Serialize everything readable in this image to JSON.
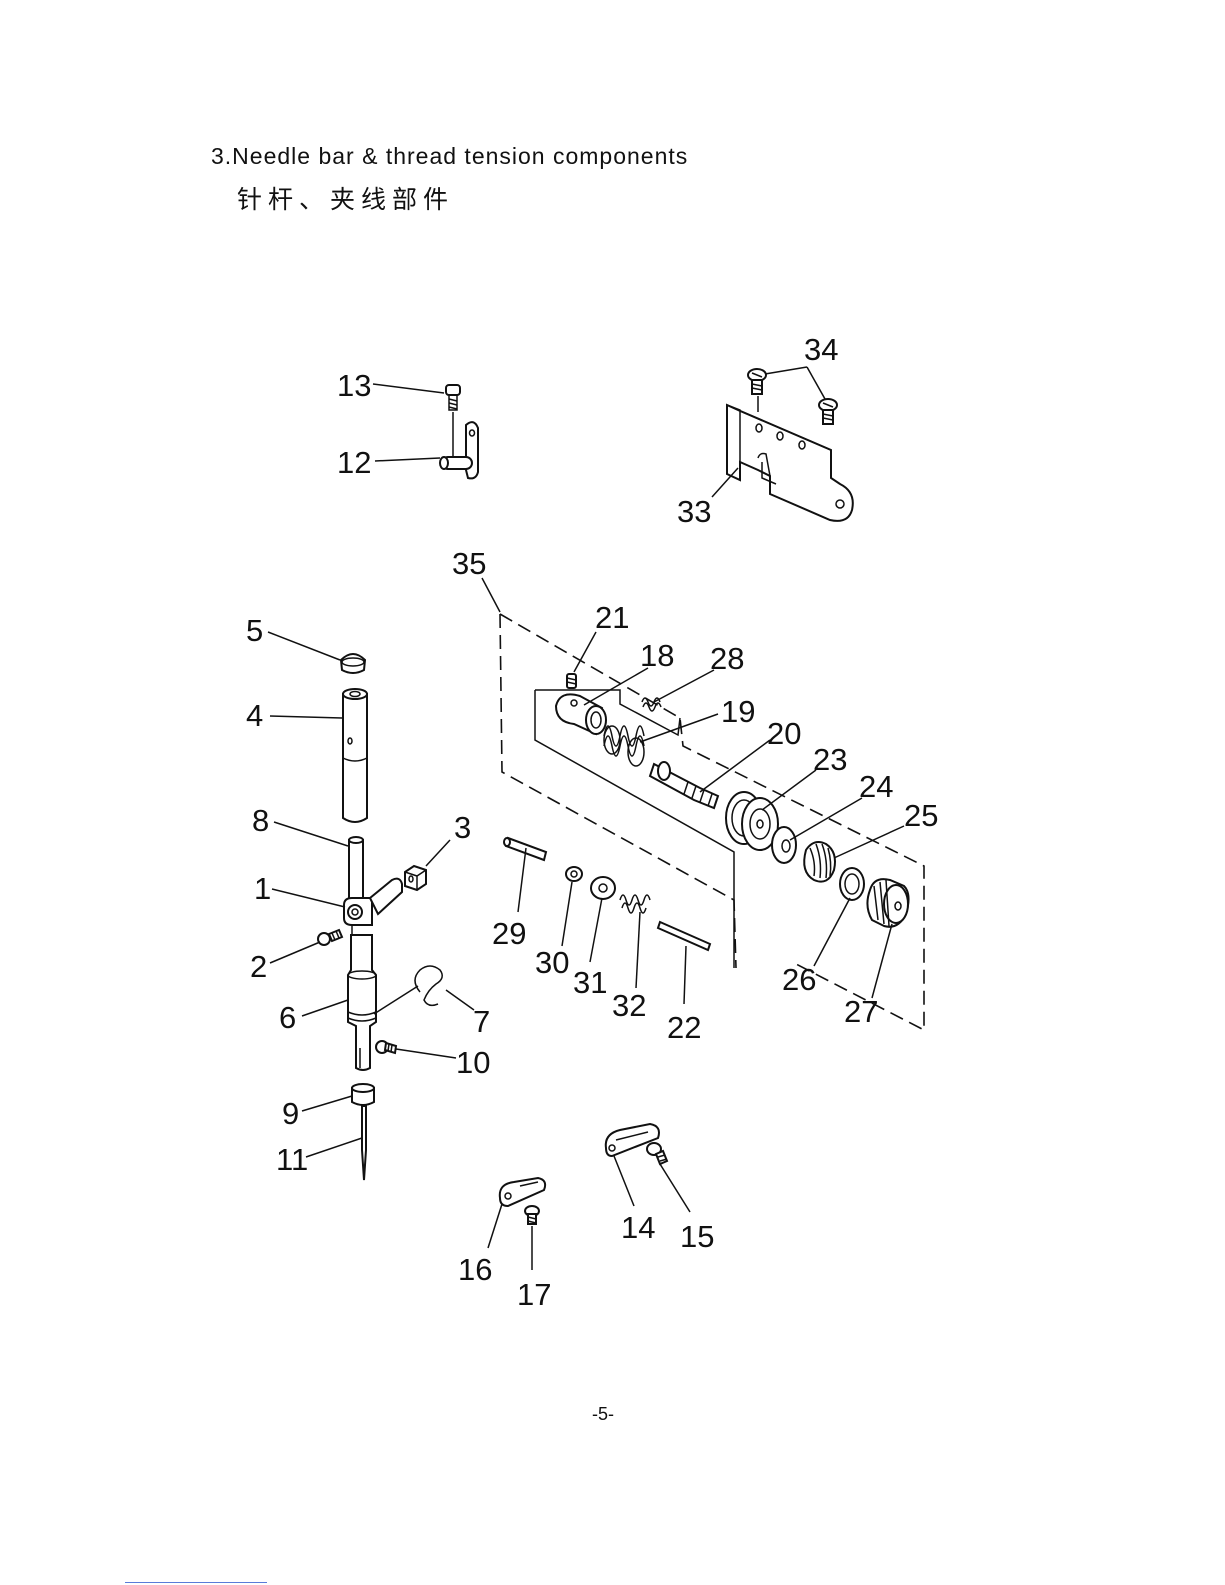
{
  "title": {
    "en": "3.Needle bar & thread tension components",
    "cn": "针杆、夹线部件"
  },
  "page_number": "-5-",
  "callouts": [
    {
      "id": "1",
      "text": "1"
    },
    {
      "id": "2",
      "text": "2"
    },
    {
      "id": "3",
      "text": "3"
    },
    {
      "id": "4",
      "text": "4"
    },
    {
      "id": "5",
      "text": "5"
    },
    {
      "id": "6",
      "text": "6"
    },
    {
      "id": "7",
      "text": "7"
    },
    {
      "id": "8",
      "text": "8"
    },
    {
      "id": "9",
      "text": "9"
    },
    {
      "id": "10",
      "text": "10"
    },
    {
      "id": "11",
      "text": "11"
    },
    {
      "id": "12",
      "text": "12"
    },
    {
      "id": "13",
      "text": "13"
    },
    {
      "id": "14",
      "text": "14"
    },
    {
      "id": "15",
      "text": "15"
    },
    {
      "id": "16",
      "text": "16"
    },
    {
      "id": "17",
      "text": "17"
    },
    {
      "id": "18",
      "text": "18"
    },
    {
      "id": "19",
      "text": "19"
    },
    {
      "id": "20",
      "text": "20"
    },
    {
      "id": "21",
      "text": "21"
    },
    {
      "id": "22",
      "text": "22"
    },
    {
      "id": "23",
      "text": "23"
    },
    {
      "id": "24",
      "text": "24"
    },
    {
      "id": "25",
      "text": "25"
    },
    {
      "id": "26",
      "text": "26"
    },
    {
      "id": "27",
      "text": "27"
    },
    {
      "id": "28",
      "text": "28"
    },
    {
      "id": "29",
      "text": "29"
    },
    {
      "id": "30",
      "text": "30"
    },
    {
      "id": "31",
      "text": "31"
    },
    {
      "id": "32",
      "text": "32"
    },
    {
      "id": "33",
      "text": "33"
    },
    {
      "id": "34",
      "text": "34"
    },
    {
      "id": "35",
      "text": "35"
    }
  ]
}
